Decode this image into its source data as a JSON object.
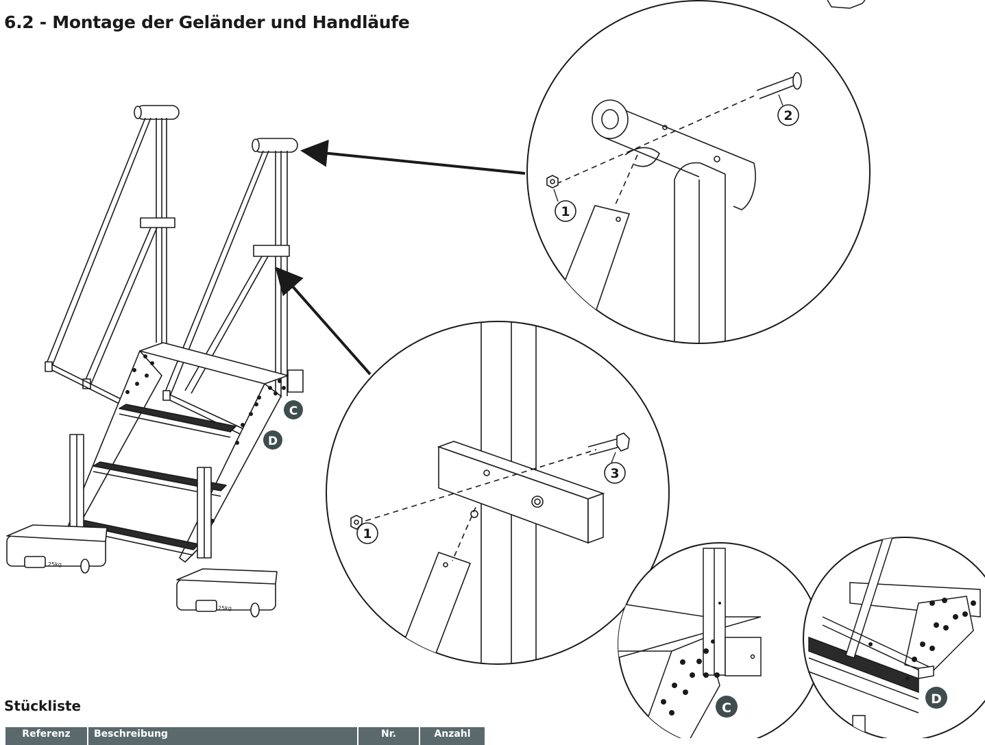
{
  "document": {
    "title": "6.2 - Montage der Geländer und Handläufe",
    "parts_list_title": "Stückliste"
  },
  "callouts": {
    "nut": "1",
    "round_screw": "2",
    "hex_bolt": "3",
    "detail_c": "C",
    "detail_d": "D"
  },
  "parts_table": {
    "headers": [
      "Referenz",
      "Beschreibung",
      "Nr.",
      "Anzahl"
    ]
  },
  "colors": {
    "line": "#1a1a1a",
    "badge": "#3f4d4f",
    "table_header": "#5a6a6c",
    "tread": "#2a2a2a"
  }
}
